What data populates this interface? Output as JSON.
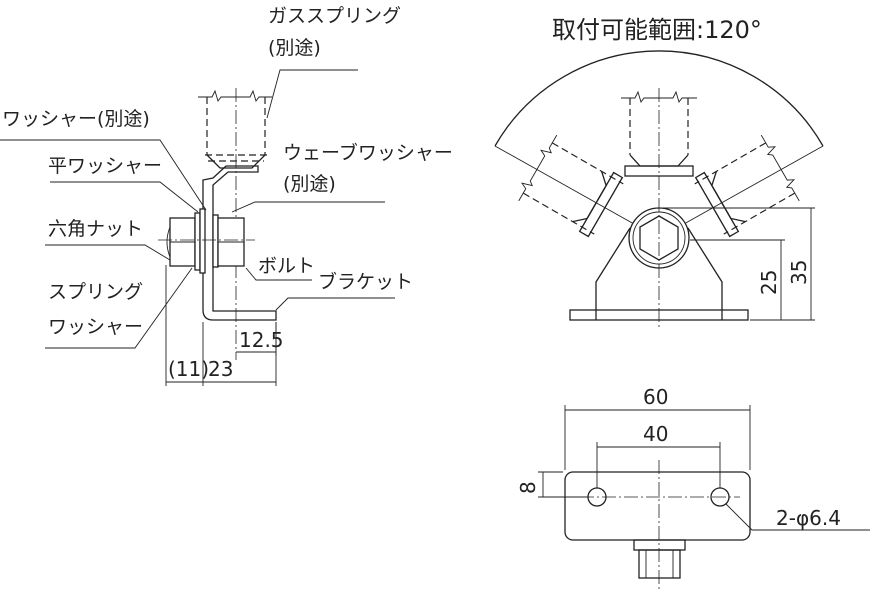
{
  "side_view": {
    "labels": {
      "gas_spring": "ガススプリング",
      "gas_spring_note": "(別途)",
      "washer_separate": "ワッシャー(別途)",
      "flat_washer": "平ワッシャー",
      "hex_nut": "六角ナット",
      "spring_washer_1": "スプリング",
      "spring_washer_2": "ワッシャー",
      "wave_washer": "ウェーブワッシャー",
      "wave_washer_note": "(別途)",
      "bolt": "ボルト",
      "bracket": "ブラケット"
    },
    "dimensions": {
      "d11": "(11)",
      "d23": "23",
      "d12_5": "12.5"
    }
  },
  "front_view": {
    "title": "取付可能範囲:120°",
    "dimensions": {
      "d25": "25",
      "d35": "35"
    }
  },
  "bottom_view": {
    "dimensions": {
      "d60": "60",
      "d40": "40",
      "d8": "8",
      "holes": "2-φ6.4"
    }
  }
}
